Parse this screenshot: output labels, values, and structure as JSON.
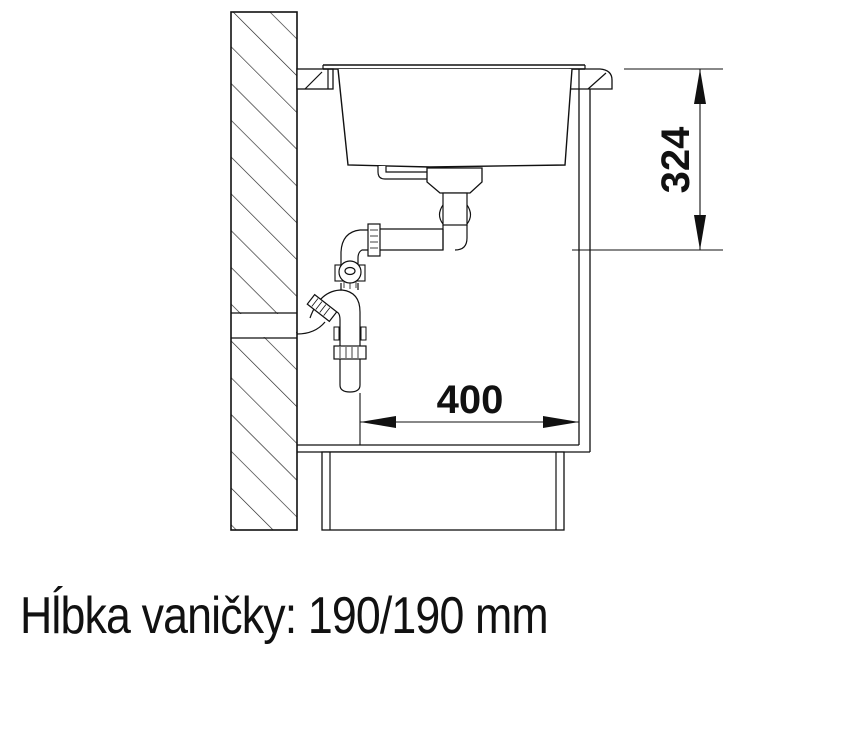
{
  "diagram": {
    "type": "sink-installation-cross-section",
    "dimensions": {
      "height_label": "324",
      "width_label": "400"
    },
    "parts": [
      "wall",
      "countertop",
      "sink-bowl",
      "drain-strainer",
      "overflow",
      "siphon-trap",
      "appliance-connector",
      "cabinet",
      "plinth"
    ],
    "colors": {
      "line": "#111111",
      "hatch": "#222222",
      "background": "#ffffff"
    }
  },
  "caption": {
    "text": "Hĺbka vaničky: 190/190 mm"
  }
}
